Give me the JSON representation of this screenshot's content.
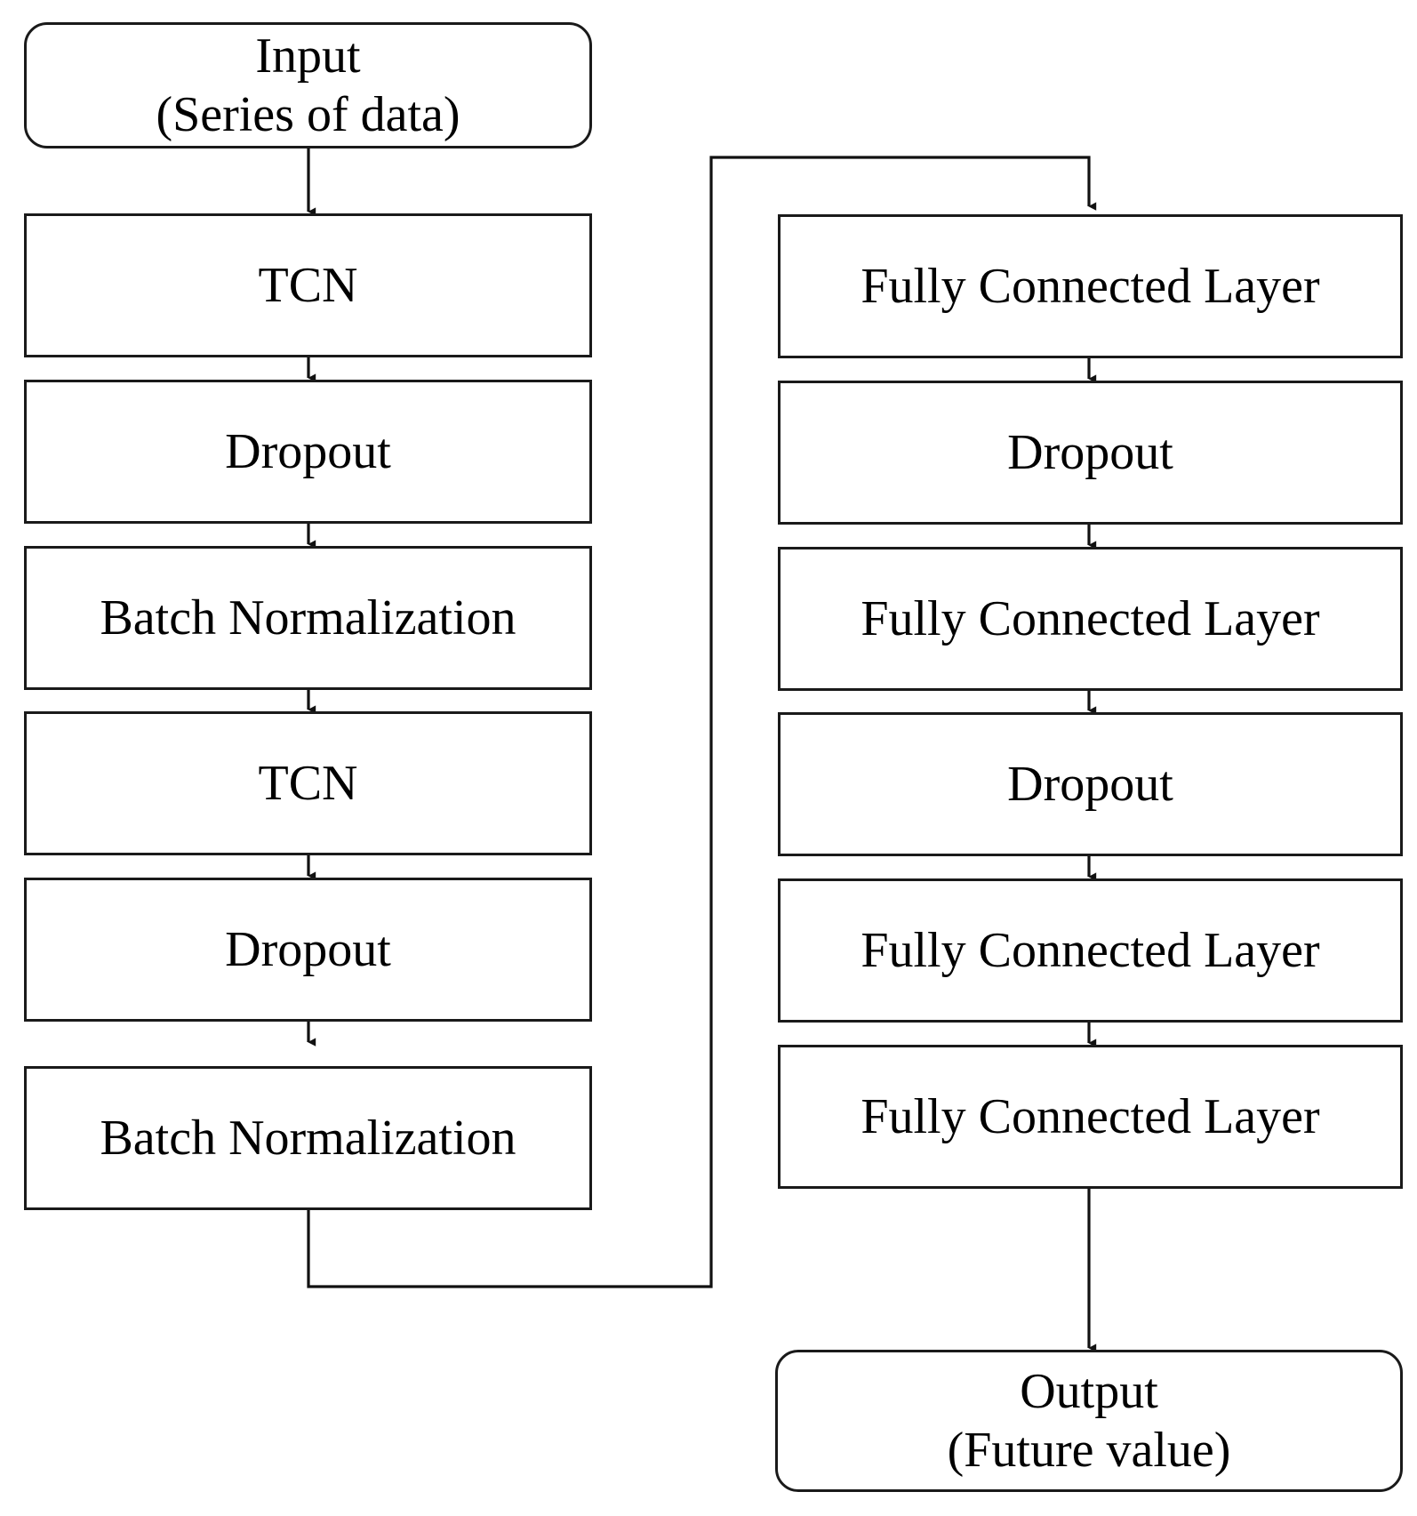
{
  "diagram": {
    "title": "TCN-FC deep learning model architecture flowchart",
    "type": "flowchart",
    "orientation": "two-column vertical",
    "colors": {
      "background": "#ffffff",
      "node_border": "#1a1a1a",
      "node_fill": "#ffffff",
      "edge": "#1a1a1a",
      "text": "#000000"
    },
    "left_column": {
      "nodes": [
        {
          "id": "input",
          "shape": "rounded-rectangle",
          "line1": "Input",
          "line2": "(Series of data)"
        },
        {
          "id": "tcn-1",
          "shape": "rectangle",
          "line1": "TCN",
          "line2": ""
        },
        {
          "id": "dropout-1",
          "shape": "rectangle",
          "line1": "Dropout",
          "line2": ""
        },
        {
          "id": "batchnorm-1",
          "shape": "rectangle",
          "line1": "Batch Normalization",
          "line2": ""
        },
        {
          "id": "tcn-2",
          "shape": "rectangle",
          "line1": "TCN",
          "line2": ""
        },
        {
          "id": "dropout-2",
          "shape": "rectangle",
          "line1": "Dropout",
          "line2": ""
        },
        {
          "id": "batchnorm-2",
          "shape": "rectangle",
          "line1": "Batch Normalization",
          "line2": ""
        }
      ]
    },
    "right_column": {
      "nodes": [
        {
          "id": "fc-1",
          "shape": "rectangle",
          "line1": "Fully Connected Layer",
          "line2": ""
        },
        {
          "id": "dropout-3",
          "shape": "rectangle",
          "line1": "Dropout",
          "line2": ""
        },
        {
          "id": "fc-2",
          "shape": "rectangle",
          "line1": "Fully Connected Layer",
          "line2": ""
        },
        {
          "id": "dropout-4",
          "shape": "rectangle",
          "line1": "Dropout",
          "line2": ""
        },
        {
          "id": "fc-3",
          "shape": "rectangle",
          "line1": "Fully Connected Layer",
          "line2": ""
        },
        {
          "id": "fc-4",
          "shape": "rectangle",
          "line1": "Fully Connected Layer",
          "line2": ""
        },
        {
          "id": "output",
          "shape": "rounded-rectangle",
          "line1": "Output",
          "line2": "(Future value)"
        }
      ]
    },
    "edges": [
      {
        "from": "input",
        "to": "tcn-1",
        "style": "straight-arrow"
      },
      {
        "from": "tcn-1",
        "to": "dropout-1",
        "style": "straight-arrow"
      },
      {
        "from": "dropout-1",
        "to": "batchnorm-1",
        "style": "straight-arrow"
      },
      {
        "from": "batchnorm-1",
        "to": "tcn-2",
        "style": "straight-arrow"
      },
      {
        "from": "tcn-2",
        "to": "dropout-2",
        "style": "straight-arrow"
      },
      {
        "from": "dropout-2",
        "to": "batchnorm-2",
        "style": "straight-arrow"
      },
      {
        "from": "batchnorm-2",
        "to": "fc-1",
        "style": "orthogonal-arrow"
      },
      {
        "from": "fc-1",
        "to": "dropout-3",
        "style": "straight-arrow"
      },
      {
        "from": "dropout-3",
        "to": "fc-2",
        "style": "straight-arrow"
      },
      {
        "from": "fc-2",
        "to": "dropout-4",
        "style": "straight-arrow"
      },
      {
        "from": "dropout-4",
        "to": "fc-3",
        "style": "straight-arrow"
      },
      {
        "from": "fc-3",
        "to": "fc-4",
        "style": "straight-arrow"
      },
      {
        "from": "fc-4",
        "to": "output",
        "style": "straight-arrow"
      }
    ]
  }
}
